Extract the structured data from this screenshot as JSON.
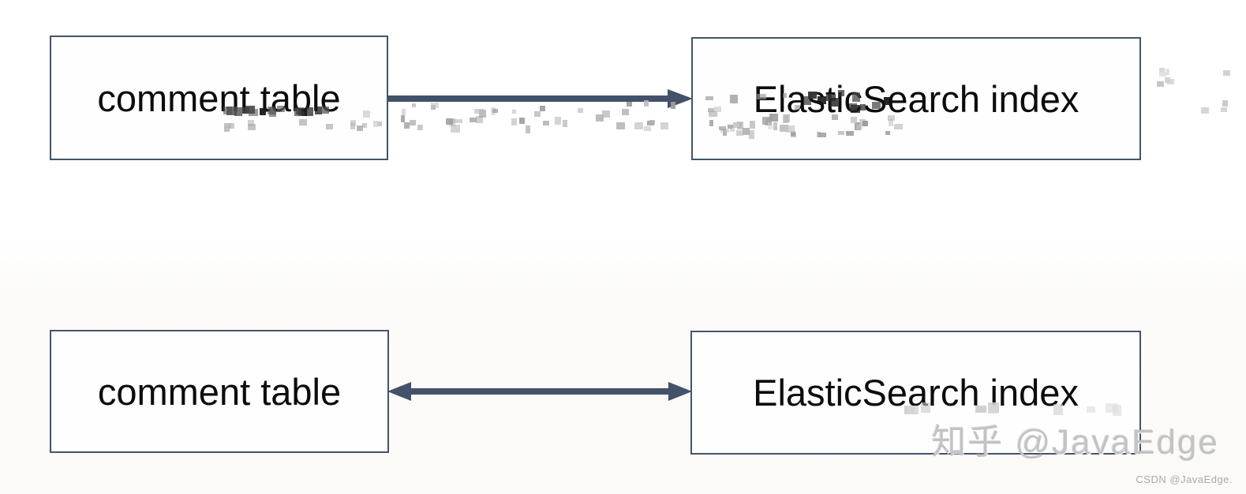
{
  "diagram": {
    "top_row": {
      "left_box_label": "comment table",
      "right_box_label": "ElasticSearch index",
      "arrow_direction": "one-way-right"
    },
    "bottom_row": {
      "left_box_label": "comment table",
      "right_box_label": "ElasticSearch index",
      "arrow_direction": "two-way"
    }
  },
  "watermarks": {
    "zhihu": "知乎 @JavaEdge",
    "csdn": "CSDN @JavaEdge."
  },
  "colors": {
    "box_border": "#44546a",
    "arrow": "#44516a",
    "label_text": "#0c0c0c",
    "zhihu_watermark_gray": "#c3c3c3",
    "csdn_watermark_gray": "#a9a9a9",
    "background": "#ffffff"
  }
}
